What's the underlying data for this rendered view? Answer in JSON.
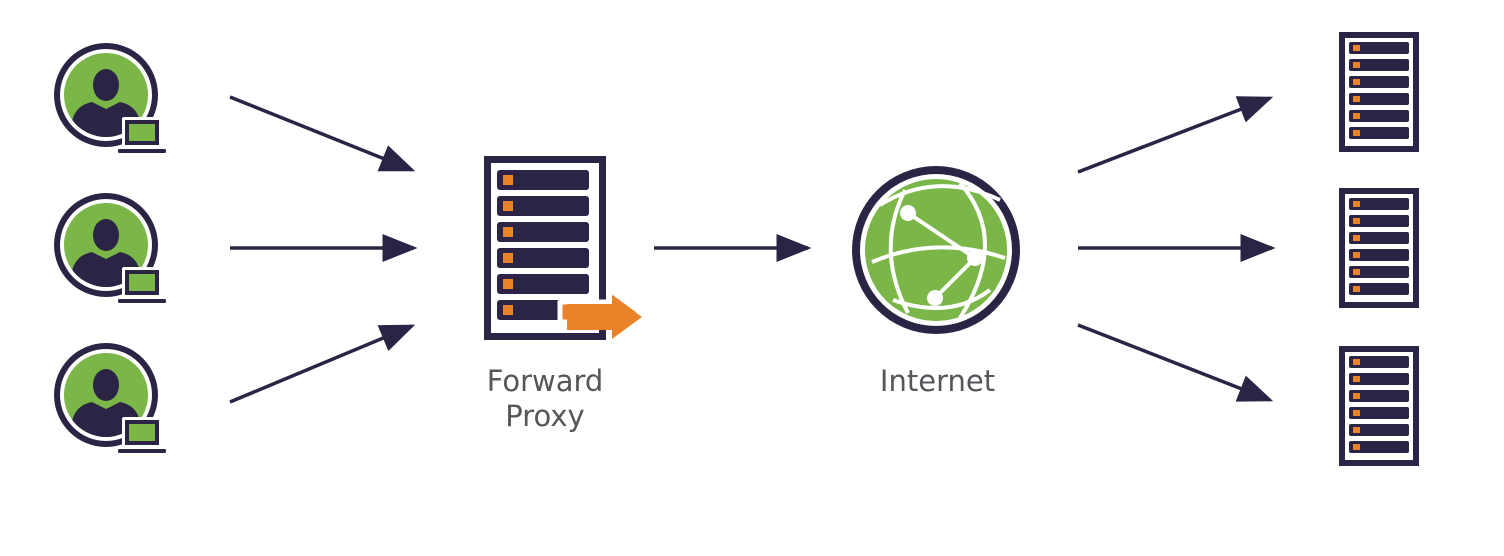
{
  "labels": {
    "proxy_line1": "Forward",
    "proxy_line2": "Proxy",
    "internet": "Internet"
  },
  "colors": {
    "dark": "#2b2444",
    "green": "#7ab648",
    "orange": "#e8832a",
    "text": "#55555a"
  },
  "icons": {
    "client": "user-laptop-icon",
    "proxy": "proxy-server-icon",
    "internet": "globe-icon",
    "destination": "server-icon"
  }
}
